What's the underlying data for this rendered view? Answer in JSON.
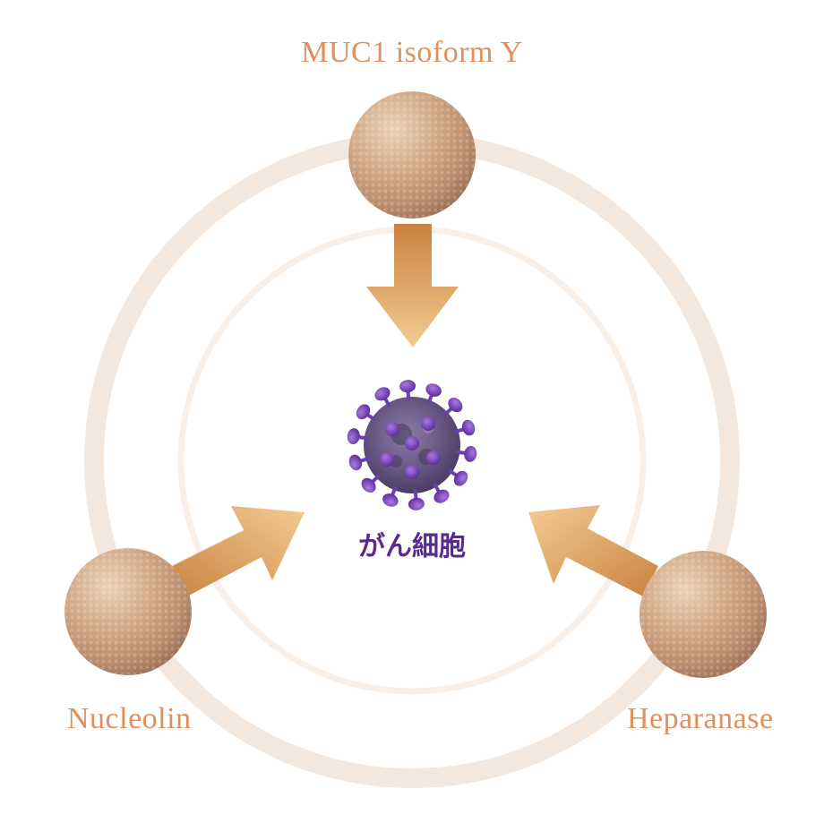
{
  "nodes": {
    "top": {
      "label": "MUC1 isoform Y"
    },
    "left": {
      "label": "Nucleolin"
    },
    "right": {
      "label": "Heparanase"
    }
  },
  "center": {
    "label": "がん細胞",
    "icon": "cancer-cell-icon"
  },
  "colors": {
    "node_label": "#e0905a",
    "center_label": "#5a2a8c",
    "ring": "#f3e6dc",
    "arrow_light": "#f2c98f",
    "arrow_dark": "#c98240",
    "virus_body": "#6a4aa0",
    "virus_spike": "#7a3fc0"
  }
}
